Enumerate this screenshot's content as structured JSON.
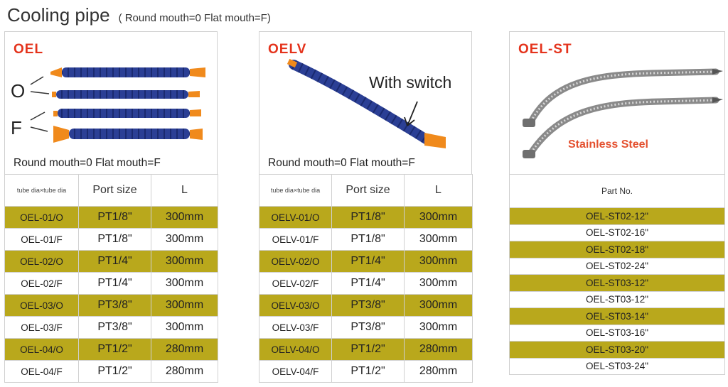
{
  "header": {
    "title": "Cooling pipe",
    "subtitle": "( Round mouth=0   Flat mouth=F)"
  },
  "panels": [
    {
      "brand": "OEL",
      "caption": "Round mouth=0   Flat mouth=F",
      "labels": [
        "O",
        "F"
      ],
      "headers": [
        "tube dia×tube dia",
        "Port size",
        "L"
      ],
      "rows": [
        [
          "OEL-01/O",
          "PT1/8\"",
          "300mm"
        ],
        [
          "OEL-01/F",
          "PT1/8\"",
          "300mm"
        ],
        [
          "OEL-02/O",
          "PT1/4\"",
          "300mm"
        ],
        [
          "OEL-02/F",
          "PT1/4\"",
          "300mm"
        ],
        [
          "OEL-03/O",
          "PT3/8\"",
          "300mm"
        ],
        [
          "OEL-03/F",
          "PT3/8\"",
          "300mm"
        ],
        [
          "OEL-04/O",
          "PT1/2\"",
          "280mm"
        ],
        [
          "OEL-04/F",
          "PT1/2\"",
          "280mm"
        ]
      ]
    },
    {
      "brand": "OELV",
      "caption": "Round mouth=0   Flat mouth=F",
      "note": "With switch",
      "headers": [
        "tube dia×tube dia",
        "Port size",
        "L"
      ],
      "rows": [
        [
          "OELV-01/O",
          "PT1/8\"",
          "300mm"
        ],
        [
          "OELV-01/F",
          "PT1/8\"",
          "300mm"
        ],
        [
          "OELV-02/O",
          "PT1/4\"",
          "300mm"
        ],
        [
          "OELV-02/F",
          "PT1/4\"",
          "300mm"
        ],
        [
          "OELV-03/O",
          "PT3/8\"",
          "300mm"
        ],
        [
          "OELV-03/F",
          "PT3/8\"",
          "300mm"
        ],
        [
          "OELV-04/O",
          "PT1/2\"",
          "280mm"
        ],
        [
          "OELV-04/F",
          "PT1/2\"",
          "280mm"
        ]
      ]
    },
    {
      "brand": "OEL-ST",
      "note": "Stainless Steel",
      "header": "Part No.",
      "parts": [
        "OEL-ST02-12\"",
        "OEL-ST02-16\"",
        "OEL-ST02-18\"",
        "OEL-ST02-24\"",
        "OEL-ST03-12\"",
        "OEL-ST03-12\"",
        "OEL-ST03-14\"",
        "OEL-ST03-16\"",
        "OEL-ST03-20\"",
        "OEL-ST03-24\""
      ]
    }
  ],
  "colors": {
    "highlight": "#b9a81c",
    "brand": "#e4331c",
    "hose_blue": "#2b3f95",
    "hose_orange": "#f08a1c"
  }
}
